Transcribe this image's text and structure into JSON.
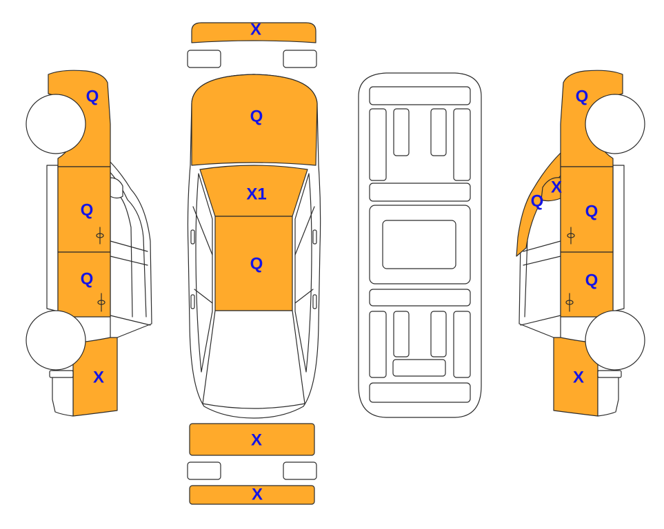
{
  "colors": {
    "damaged": "#ffaa2b",
    "body": "#ffffff",
    "outline": "#2b2b2b",
    "label": "#1414e6"
  },
  "labels": {
    "front_bumper": "X",
    "hood": "Q",
    "windshield": "X1",
    "roof": "Q",
    "rear_bumper_upper": "X",
    "rear_bumper_lower": "X",
    "left_front_fender": "Q",
    "left_front_door": "Q",
    "left_rear_door": "Q",
    "left_rear_quarter": "X",
    "right_front_fender": "Q",
    "right_a_pillar_x": "X",
    "right_a_pillar_q": "Q",
    "right_front_door": "Q",
    "right_rear_door": "Q",
    "right_rear_quarter": "X"
  }
}
